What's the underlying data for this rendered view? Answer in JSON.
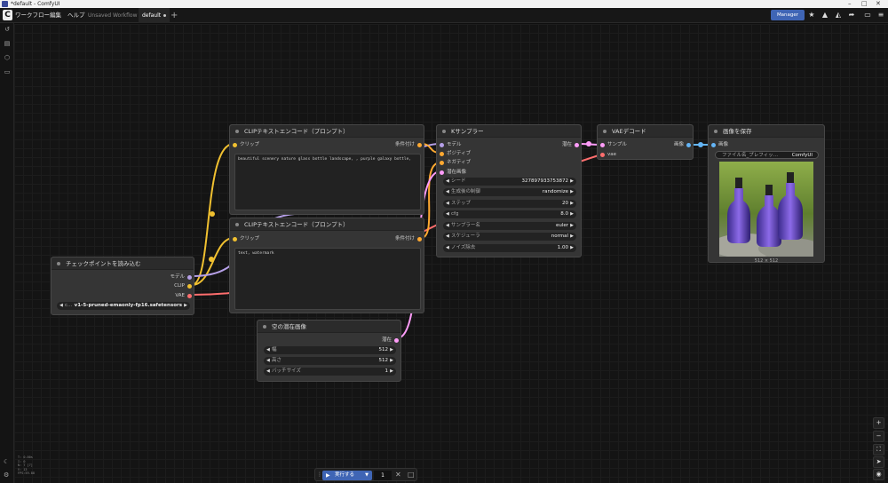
{
  "window": {
    "title": "*default - ComfyUI"
  },
  "menu": {
    "workflow": "ワークフロー",
    "edit": "編集",
    "help": "ヘルプ"
  },
  "tabs": [
    {
      "label": "Unsaved Workflow"
    },
    {
      "label": "default"
    }
  ],
  "toolbar": {
    "manager_label": "Manager"
  },
  "nodes": {
    "clip_pos": {
      "title": "CLIPテキストエンコード（プロンプト）",
      "in_clip": "クリップ",
      "out_cond": "条件付け",
      "text": "beautiful scenery nature glass bottle landscape, , purple galaxy bottle,"
    },
    "clip_neg": {
      "title": "CLIPテキストエンコード（プロンプト）",
      "in_clip": "クリップ",
      "out_cond": "条件付け",
      "text": "text, watermark"
    },
    "ksampler": {
      "title": "Kサンプラー",
      "in_model": "モデル",
      "in_pos": "ポジティブ",
      "in_neg": "ネガティブ",
      "in_latent": "潜在画像",
      "out_latent": "潜在",
      "widgets": [
        {
          "label": "シード",
          "value": "327897933753872"
        },
        {
          "label": "生成後の制御",
          "value": "randomize"
        },
        {
          "label": "ステップ",
          "value": "20"
        },
        {
          "label": "cfg",
          "value": "8.0"
        },
        {
          "label": "サンプラー名",
          "value": "euler"
        },
        {
          "label": "スケジューラ",
          "value": "normal"
        },
        {
          "label": "ノイズ除去",
          "value": "1.00"
        }
      ]
    },
    "vae_decode": {
      "title": "VAEデコード",
      "in_samples": "サンプル",
      "in_vae": "vae",
      "out_image": "画像"
    },
    "save_image": {
      "title": "画像を保存",
      "in_images": "画像",
      "prefix_label": "ファイル名_プレフィッ…",
      "prefix_value": "ComfyUI",
      "size_caption": "512 × 512"
    },
    "checkpoint": {
      "title": "チェックポイントを読み込む",
      "out_model": "モデル",
      "out_clip": "CLIP",
      "out_vae": "VAE",
      "ckpt_prefix": "c…",
      "ckpt_value": "v1-5-pruned-emaonly-fp16.safetensors"
    },
    "empty_latent": {
      "title": "空の潜在画像",
      "out_latent": "潜在",
      "widgets": [
        {
          "label": "幅",
          "value": "512"
        },
        {
          "label": "高さ",
          "value": "512"
        },
        {
          "label": "バッチサイズ",
          "value": "1"
        }
      ]
    }
  },
  "stats": {
    "lines": [
      "T: 0.00s",
      "I: 0",
      "N: 7 [7]",
      "V: 13",
      "FPS:59.88"
    ]
  },
  "runbar": {
    "run_label": "実行する",
    "count": "1"
  },
  "colors": {
    "clip": "#f0c030",
    "model": "#b6a0e8",
    "vae": "#ff6e6e",
    "conditioning": "#ffa931",
    "latent": "#ff9cf9",
    "image": "#64b5f6",
    "accent": "#3f65b5"
  }
}
